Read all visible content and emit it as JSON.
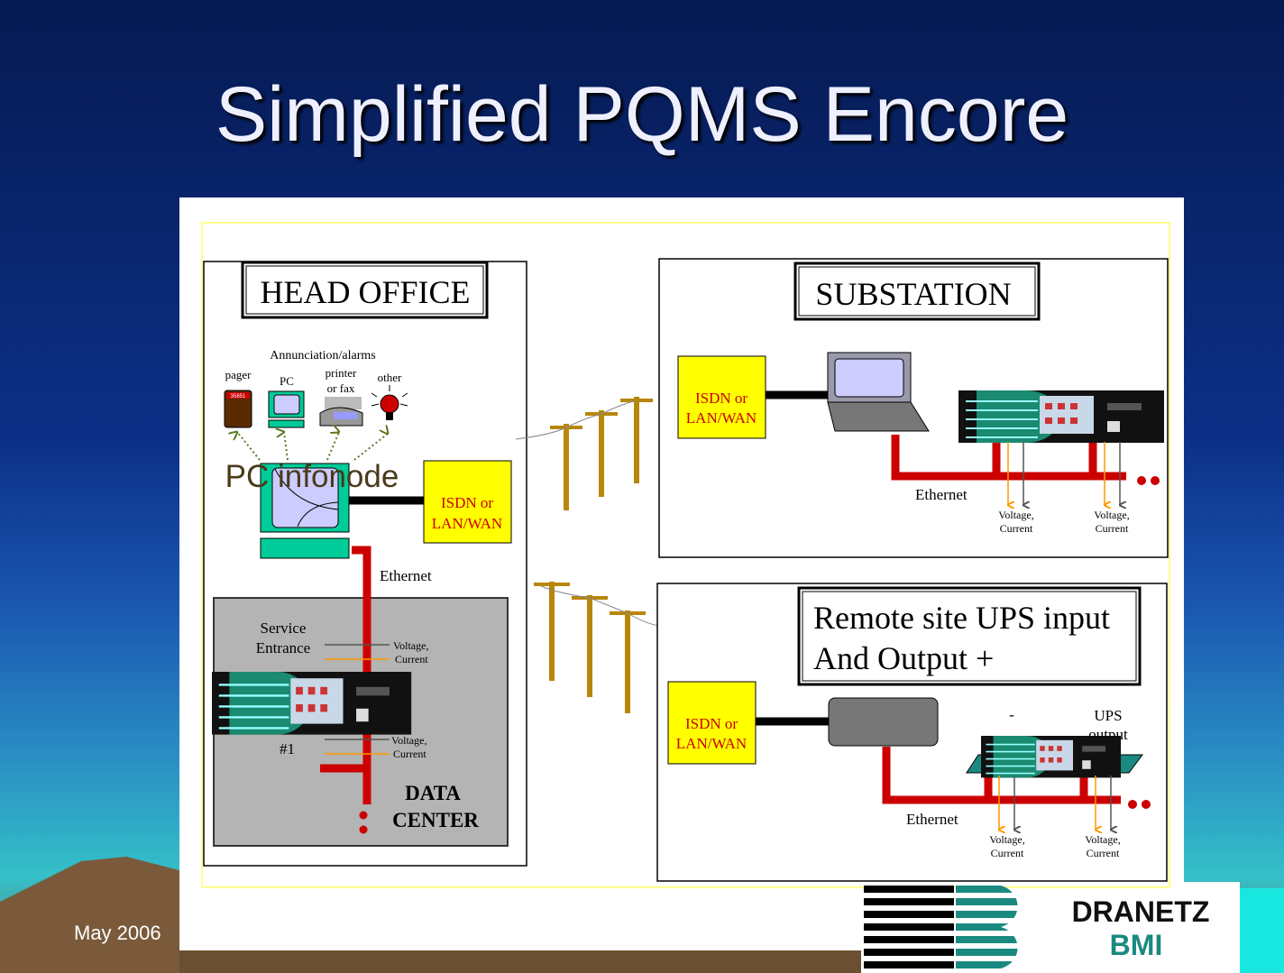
{
  "slide": {
    "title": "Simplified PQMS Encore",
    "date": "May 2006"
  },
  "head_office": {
    "title": "HEAD OFFICE",
    "annunciation": "Annunciation/alarms",
    "pager": "pager",
    "pager_display": "35851",
    "pc": "PC",
    "printer_line1": "printer",
    "printer_line2": "or fax",
    "other": "other",
    "pc_infonode": "PC infonode",
    "isdn_line1": "ISDN or",
    "isdn_line2": "LAN/WAN",
    "ethernet": "Ethernet"
  },
  "data_center": {
    "service_line1": "Service",
    "service_line2": "Entrance",
    "vc1_line1": "Voltage,",
    "vc1_line2": "Current",
    "device_label": "#1",
    "vc2_line1": "Voltage,",
    "vc2_line2": "Current",
    "title_line1": "DATA",
    "title_line2": "CENTER"
  },
  "substation": {
    "title": "SUBSTATION",
    "isdn_line1": "ISDN or",
    "isdn_line2": "LAN/WAN",
    "ethernet": "Ethernet",
    "vc1_line1": "Voltage,",
    "vc1_line2": "Current",
    "vc2_line1": "Voltage,",
    "vc2_line2": "Current"
  },
  "remote": {
    "title_line1": "Remote site UPS input",
    "title_line2": "And Output +",
    "isdn_line1": "ISDN or",
    "isdn_line2": "LAN/WAN",
    "dash": "-",
    "ups_line1": "UPS",
    "ups_line2": "output",
    "ethernet": "Ethernet",
    "vc1_line1": "Voltage,",
    "vc1_line2": "Current",
    "vc2_line1": "Voltage,",
    "vc2_line2": "Current"
  },
  "logo": {
    "line1": "DRANETZ",
    "line2": "BMI"
  },
  "colors": {
    "isdn_box": "#ffff00",
    "isdn_text": "#cc0000",
    "ethernet": "#cc0000",
    "voltage_arrow": "#ff9900",
    "current_arrow": "#555555",
    "pc_green": "#00cc99",
    "logo_teal": "#1a8a80"
  }
}
